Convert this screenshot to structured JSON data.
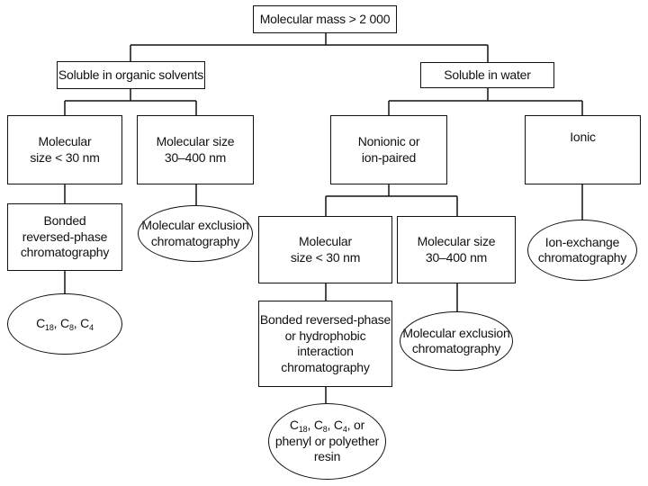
{
  "root": {
    "label": "Molecular mass > 2 000"
  },
  "organic": {
    "label": "Soluble in organic solvents"
  },
  "water": {
    "label": "Soluble in water"
  },
  "org_small": {
    "label": "Molecular\nsize < 30 nm"
  },
  "org_large": {
    "label": "Molecular size\n30–400 nm"
  },
  "nonionic": {
    "label": "Nonionic or\nion-paired"
  },
  "ionic": {
    "label": "Ionic"
  },
  "bonded_rp": {
    "label": "Bonded\nreversed-phase\nchromatography"
  },
  "mol_excl_1": {
    "label": "Molecular exclusion\nchromatography"
  },
  "aq_small": {
    "label": "Molecular\nsize < 30 nm"
  },
  "aq_large": {
    "label": "Molecular size\n30–400 nm"
  },
  "ion_exchange": {
    "label": "Ion-exchange\nchromatography"
  },
  "bonded_rp_hic": {
    "label": "Bonded reversed-phase\nor hydrophobic\ninteraction\nchromatography"
  },
  "mol_excl_2": {
    "label": "Molecular exclusion\nchromatography"
  },
  "phases_1": {
    "c18": "C",
    "c18_sub": "18",
    "sep1": ", C",
    "c8_sub": "8",
    "sep2": ", C",
    "c4_sub": "4"
  },
  "phases_2": {
    "c18": "C",
    "c18_sub": "18",
    "sep1": ", C",
    "c8_sub": "8",
    "sep2": ", C",
    "c4_sub": "4",
    "tail1": ", or",
    "line2": "phenyl or polyether",
    "line3": "resin"
  }
}
